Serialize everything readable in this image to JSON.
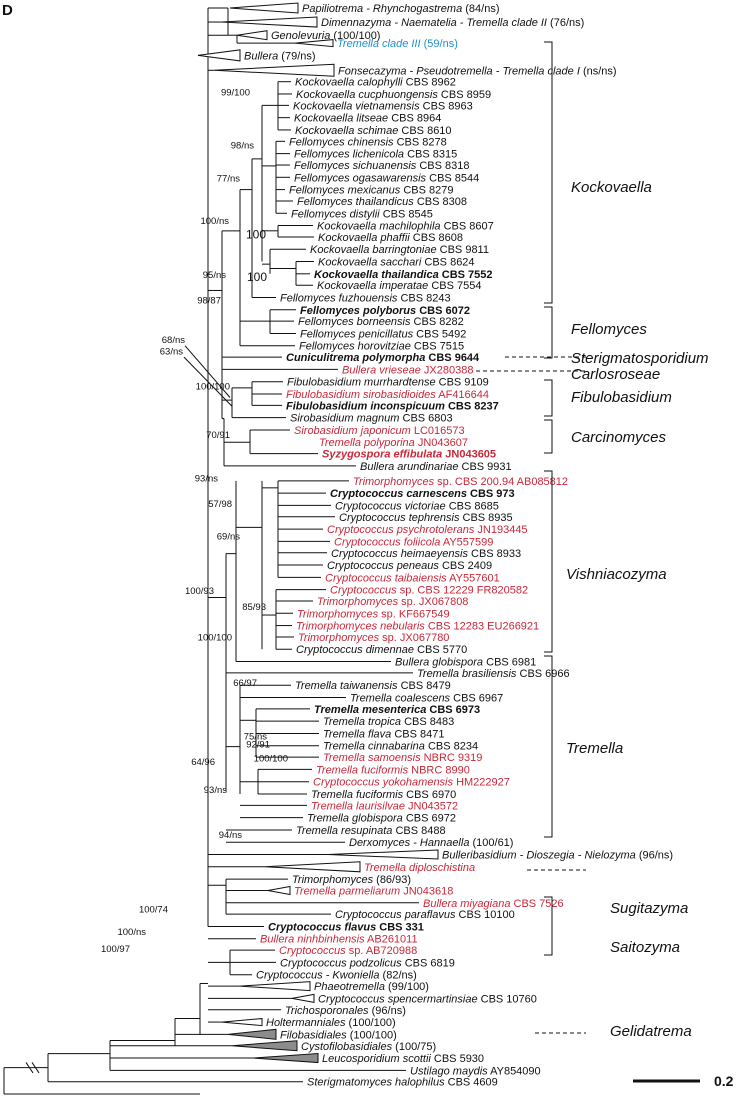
{
  "panel_letter": "D",
  "scale_label": "0.2",
  "taxa": [
    {
      "genus": "Papiliotrema - Rhynchogastrema",
      "rest": " (84/ns)",
      "color": "black",
      "bold": false
    },
    {
      "genus": "Dimennazyma - Naematelia - Tremella clade II",
      "rest": " (76/ns)",
      "color": "black",
      "bold": false
    },
    {
      "genus": "Genolevuria",
      "rest": " (100/100)",
      "color": "black",
      "bold": false
    },
    {
      "genus": "Tremella clade III",
      "rest": " (59/ns)",
      "color": "blue",
      "bold": false
    },
    {
      "genus": "Bullera",
      "rest": " (79/ns)",
      "color": "black",
      "bold": false
    },
    {
      "genus": "Fonsecazyma - Pseudotremella - Tremella clade I",
      "rest": " (ns/ns)",
      "color": "black",
      "bold": false
    },
    {
      "genus": "Kockovaella calophylli",
      "rest": " CBS 8962",
      "color": "black",
      "bold": false
    },
    {
      "genus": "Kockovaella cucphuongensis",
      "rest": " CBS 8959",
      "color": "black",
      "bold": false
    },
    {
      "genus": "Kockovaella vietnamensis",
      "rest": " CBS 8963",
      "color": "black",
      "bold": false
    },
    {
      "genus": "Kockovaella litseae",
      "rest": " CBS 8964",
      "color": "black",
      "bold": false
    },
    {
      "genus": "Kockovaella schimae",
      "rest": " CBS 8610",
      "color": "black",
      "bold": false
    },
    {
      "genus": "Fellomyces chinensis",
      "rest": " CBS 8278",
      "color": "black",
      "bold": false
    },
    {
      "genus": "Fellomyces lichenicola",
      "rest": " CBS 8315",
      "color": "black",
      "bold": false
    },
    {
      "genus": "Fellomyces sichuanensis",
      "rest": " CBS 8318",
      "color": "black",
      "bold": false
    },
    {
      "genus": "Fellomyces ogasawarensis",
      "rest": " CBS 8544",
      "color": "black",
      "bold": false
    },
    {
      "genus": "Fellomyces mexicanus",
      "rest": " CBS 8279",
      "color": "black",
      "bold": false
    },
    {
      "genus": "Fellomyces thailandicus",
      "rest": " CBS 8308",
      "color": "black",
      "bold": false
    },
    {
      "genus": "Fellomyces distylii",
      "rest": " CBS 8545",
      "color": "black",
      "bold": false
    },
    {
      "genus": "Kockovaella machilophila",
      "rest": " CBS 8607",
      "color": "black",
      "bold": false
    },
    {
      "genus": "Kockovaella phaffii",
      "rest": " CBS 8608",
      "color": "black",
      "bold": false
    },
    {
      "genus": "Kockovaella barringtoniae",
      "rest": " CBS 9811",
      "color": "black",
      "bold": false
    },
    {
      "genus": "Kockovaella sacchari",
      "rest": " CBS 8624",
      "color": "black",
      "bold": false
    },
    {
      "genus": "Kockovaella thailandica",
      "rest": " CBS 7552",
      "color": "black",
      "bold": true
    },
    {
      "genus": "Kockovaella imperatae",
      "rest": " CBS 7554",
      "color": "black",
      "bold": false
    },
    {
      "genus": "Fellomyces fuzhouensis",
      "rest": " CBS 8243",
      "color": "black",
      "bold": false
    },
    {
      "genus": "Fellomyces polyborus",
      "rest": " CBS 6072",
      "color": "black",
      "bold": true
    },
    {
      "genus": "Fellomyces borneensis",
      "rest": " CBS 8282",
      "color": "black",
      "bold": false
    },
    {
      "genus": "Fellomyces penicillatus",
      "rest": " CBS 5492",
      "color": "black",
      "bold": false
    },
    {
      "genus": "Fellomyces horovitziae",
      "rest": " CBS 7515",
      "color": "black",
      "bold": false
    },
    {
      "genus": "Cuniculitrema polymorpha",
      "rest": " CBS 9644",
      "color": "black",
      "bold": true
    },
    {
      "genus": "Bullera vrieseae",
      "rest": " JX280388",
      "color": "red",
      "bold": false
    },
    {
      "genus": "Fibulobasidium murrhardtense",
      "rest": " CBS 9109",
      "color": "black",
      "bold": false
    },
    {
      "genus": "Fibulobasidium sirobasidioides",
      "rest": " AF416644",
      "color": "red",
      "bold": false
    },
    {
      "genus": "Fibulobasidium inconspicuum",
      "rest": " CBS 8237",
      "color": "black",
      "bold": true
    },
    {
      "genus": "Sirobasidium magnum",
      "rest": " CBS 6803",
      "color": "black",
      "bold": false
    },
    {
      "genus": "Sirobasidium japonicum",
      "rest": " LC016573",
      "color": "red",
      "bold": false
    },
    {
      "genus": "Tremella polyporina",
      "rest": " JN043607",
      "color": "red",
      "bold": false
    },
    {
      "genus": "Syzygospora effibulata",
      "rest": " JN043605",
      "color": "red",
      "bold": true
    },
    {
      "genus": "Bullera arundinariae",
      "rest": " CBS 9931",
      "color": "black",
      "bold": false
    },
    {
      "genus": "Trimorphomyces",
      "rest": " sp. CBS 200.94 AB085812",
      "color": "red",
      "bold": false
    },
    {
      "genus": "Cryptococcus carnescens",
      "rest": " CBS 973",
      "color": "black",
      "bold": true
    },
    {
      "genus": "Cryptococcus victoriae",
      "rest": " CBS 8685",
      "color": "black",
      "bold": false
    },
    {
      "genus": "Cryptococcus tephrensis",
      "rest": " CBS 8935",
      "color": "black",
      "bold": false
    },
    {
      "genus": "Cryptococcus psychrotolerans",
      "rest": " JN193445",
      "color": "red",
      "bold": false
    },
    {
      "genus": "Cryptococcus foliicola",
      "rest": " AY557599",
      "color": "red",
      "bold": false
    },
    {
      "genus": "Cryptococcus heimaeyensis",
      "rest": " CBS 8933",
      "color": "black",
      "bold": false
    },
    {
      "genus": "Cryptococcus peneaus",
      "rest": " CBS 2409",
      "color": "black",
      "bold": false
    },
    {
      "genus": "Cryptococcus taibaiensis",
      "rest": " AY557601",
      "color": "red",
      "bold": false
    },
    {
      "genus": "Cryptococcus",
      "rest": " sp. CBS 12229 FR820582",
      "color": "red",
      "bold": false
    },
    {
      "genus": "Trimorphomyces",
      "rest": " sp. JX067808",
      "color": "red",
      "bold": false
    },
    {
      "genus": "Trimorphomyces",
      "rest": " sp. KF667549",
      "color": "red",
      "bold": false
    },
    {
      "genus": "Trimorphomyces nebularis",
      "rest": " CBS 12283 EU266921",
      "color": "red",
      "bold": false
    },
    {
      "genus": "Trimorphomyces",
      "rest": " sp. JX067780",
      "color": "red",
      "bold": false
    },
    {
      "genus": "Cryptococcus dimennae",
      "rest": " CBS 5770",
      "color": "black",
      "bold": false
    },
    {
      "genus": "Bullera globispora",
      "rest": " CBS 6981",
      "color": "black",
      "bold": false
    },
    {
      "genus": "Tremella brasiliensis",
      "rest": " CBS 6966",
      "color": "black",
      "bold": false
    },
    {
      "genus": "Tremella taiwanensis",
      "rest": " CBS 8479",
      "color": "black",
      "bold": false
    },
    {
      "genus": "Tremella coalescens",
      "rest": " CBS 6967",
      "color": "black",
      "bold": false
    },
    {
      "genus": "Tremella mesenterica",
      "rest": " CBS 6973",
      "color": "black",
      "bold": true
    },
    {
      "genus": "Tremella tropica",
      "rest": " CBS 8483",
      "color": "black",
      "bold": false
    },
    {
      "genus": "Tremella flava",
      "rest": " CBS 8471",
      "color": "black",
      "bold": false
    },
    {
      "genus": "Tremella cinnabarina",
      "rest": " CBS 8234",
      "color": "black",
      "bold": false
    },
    {
      "genus": "Tremella samoensis",
      "rest": " NBRC 9319",
      "color": "red",
      "bold": false
    },
    {
      "genus": "Tremella fuciformis",
      "rest": " NBRC 8990",
      "color": "red",
      "bold": false
    },
    {
      "genus": "Cryptococcus yokohamensis",
      "rest": " HM222927",
      "color": "red",
      "bold": false
    },
    {
      "genus": "Tremella fuciformis",
      "rest": " CBS 6970",
      "color": "black",
      "bold": false
    },
    {
      "genus": "Tremella laurisilvae",
      "rest": " JN043572",
      "color": "red",
      "bold": false
    },
    {
      "genus": "Tremella globispora",
      "rest": " CBS 6972",
      "color": "black",
      "bold": false
    },
    {
      "genus": "Tremella resupinata",
      "rest": " CBS 8488",
      "color": "black",
      "bold": false
    },
    {
      "genus": "Derxomyces - Hannaella",
      "rest": " (100/61)",
      "color": "black",
      "bold": false
    },
    {
      "genus": "Bulleribasidium - Dioszegia - Nielozyma",
      "rest": " (96/ns)",
      "color": "black",
      "bold": false
    },
    {
      "genus": "Tremella diploschistina",
      "rest": "",
      "color": "red",
      "bold": false
    },
    {
      "genus": "Trimorphomyces",
      "rest": " (86/93)",
      "color": "black",
      "bold": false
    },
    {
      "genus": "Tremella parmeliarum",
      "rest": " JN043618",
      "color": "red",
      "bold": false
    },
    {
      "genus": "Bullera miyagiana",
      "rest": " CBS 7526",
      "color": "red",
      "bold": false
    },
    {
      "genus": "Cryptococcus paraflavus",
      "rest": " CBS 10100",
      "color": "black",
      "bold": false
    },
    {
      "genus": "Cryptococcus flavus",
      "rest": " CBS 331",
      "color": "black",
      "bold": true
    },
    {
      "genus": "Bullera ninhbinhensis",
      "rest": " AB261011",
      "color": "red",
      "bold": false
    },
    {
      "genus": "Cryptococcus",
      "rest": " sp. AB720988",
      "color": "red",
      "bold": false
    },
    {
      "genus": "Cryptococcus podzolicus",
      "rest": " CBS 6819",
      "color": "black",
      "bold": false
    },
    {
      "genus": "Cryptococcus - Kwoniella",
      "rest": " (82/ns)",
      "color": "black",
      "bold": false
    },
    {
      "genus": "Phaeotremella",
      "rest": " (99/100)",
      "color": "black",
      "bold": false
    },
    {
      "genus": "Cryptococcus spencermartinsiae",
      "rest": " CBS 10760",
      "color": "black",
      "bold": false
    },
    {
      "genus": "Trichosporonales",
      "rest": " (96/ns)",
      "color": "black",
      "bold": false
    },
    {
      "genus": "Holtermanniales",
      "rest": " (100/100)",
      "color": "black",
      "bold": false
    },
    {
      "genus": "Filobasidiales",
      "rest": " (100/100)",
      "color": "black",
      "bold": false
    },
    {
      "genus": "Cystofilobasidiales",
      "rest": " (100/75)",
      "color": "black",
      "bold": false
    },
    {
      "genus": "Leucosporidium scottii",
      "rest": " CBS 5930",
      "color": "black",
      "bold": false
    },
    {
      "genus": "Ustilago maydis",
      "rest": " AY854090",
      "color": "black",
      "bold": false
    },
    {
      "genus": "Sterigmatomyces halophilus",
      "rest": " CBS 4609",
      "color": "black",
      "bold": false
    }
  ],
  "clades": [
    {
      "name": "Kockovaella"
    },
    {
      "name": "Fellomyces"
    },
    {
      "name": "Sterigmatosporidium"
    },
    {
      "name": "Carlosroseae"
    },
    {
      "name": "Fibulobasidium"
    },
    {
      "name": "Carcinomyces"
    },
    {
      "name": "Vishniacozyma"
    },
    {
      "name": "Tremella"
    },
    {
      "name": "Sugitazyma"
    },
    {
      "name": "Saitozyma"
    },
    {
      "name": "Gelidatrema"
    }
  ],
  "supports": [
    "99/100",
    "98/ns",
    "77/ns",
    "100/ns",
    "100",
    "95/ns",
    "100",
    "98/87",
    "68/ns",
    "63/ns",
    "100/100",
    "70/91",
    "93/ns",
    "57/98",
    "69/ns",
    "100/93",
    "85/93",
    "100/100",
    "66/97",
    "75/ns",
    "92/91",
    "100/100",
    "64/96",
    "93/ns",
    "94/ns",
    "100/74",
    "100/ns",
    "100/97"
  ],
  "colors": {
    "red": "#c8283a",
    "blue": "#1f8fd0",
    "black": "#111111",
    "gray": "#8c8c8c"
  }
}
